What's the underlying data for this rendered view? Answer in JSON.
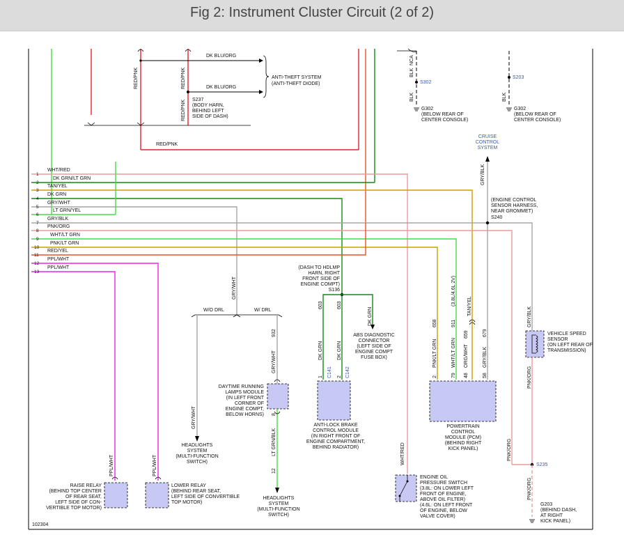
{
  "header": {
    "title": "Fig 2: Instrument Cluster Circuit (2 of 2)"
  },
  "figure_id": "102304",
  "colors": {
    "green": "#44dd44",
    "red": "#e8202a",
    "darkgreen": "#128a12",
    "tan": "#c8a000",
    "gray": "#a6a6a6",
    "pink": "#ef9a9a",
    "magenta": "#ee22ee",
    "orange": "#e8522a",
    "blue_label": "#3a5aa8",
    "component_fill": "#c8c8f4"
  },
  "wire_numbers": [
    "1",
    "2",
    "3",
    "4",
    "5",
    "6",
    "7",
    "8",
    "9",
    "10",
    "11",
    "12",
    "13"
  ],
  "wire_labels": [
    "WHT/RED",
    "DK GRN/LT GRN",
    "TAN/YEL",
    "DK GRN",
    "GRY/WHT",
    "LT GRN/YEL",
    "GRY/BLK",
    "PNK/ORG",
    "WHT/LT GRN",
    "PNK/LT GRN",
    "RED/YEL",
    "PPL/WHT",
    "PPL/WHT"
  ],
  "top": {
    "red_pnk": "RED/PNK",
    "dk_blu_org": "DK BLU/ORG",
    "anti_theft": [
      "ANTI-THEFT SYSTEM",
      "(ANTI-THEFT DIODE)"
    ],
    "s237": [
      "S237",
      "(BODY HARN,",
      "BEHIND LEFT",
      "SIDE OF DASH)"
    ]
  },
  "grounds": {
    "nca": "NCA",
    "blk": "BLK",
    "s302": "S302",
    "g302": "G302",
    "below_console": [
      "(BELOW REAR OF",
      "CENTER CONSOLE)"
    ],
    "s203": "S203"
  },
  "cruise": [
    "CRUISE",
    "CONTROL",
    "SYSTEM"
  ],
  "s240": [
    "(ENGINE CONTROL",
    "SENSOR HARNESS,",
    "NEAR GROMMET)",
    "S240"
  ],
  "s136": [
    "(DASH TO HDLMP",
    "HARN, RIGHT",
    "FRONT SIDE OF",
    "ENGINE COMPT)",
    "S136"
  ],
  "drl": {
    "wo": "W/O DRL",
    "w": "W/ DRL",
    "gry_wht": "GRY/WHT",
    "num_932": "932",
    "num_8": "8",
    "num_12": "12",
    "lt_grn_blk": "LT GRN/BLK"
  },
  "abs": {
    "diag": [
      "ABS DIAGNOSTIC",
      "CONNECTOR"
    ],
    "diag_loc": [
      "(LEFT SIDE OF",
      "ENGINE COMPT",
      "FUSE BOX)"
    ],
    "module": [
      "ANTI-LOCK BRAKE",
      "CONTROL MODULE"
    ],
    "module_loc": [
      "(IN RIGHT FRONT OF",
      "ENGINE COMPARTMENT,",
      "BEHIND RADIATOR)"
    ],
    "num_603": "603",
    "dk_grn": "DK GRN",
    "c141": "C141",
    "c142": "C142",
    "pin1": "1",
    "pin2": "2"
  },
  "pcm": {
    "nums": [
      "658",
      "911",
      "659",
      "679"
    ],
    "note": "(3.8L/4.6L 2V)",
    "wires": [
      "PNK/LT GRN",
      "WHT/LT GRN",
      "ORG/WHT",
      "GRY/BLK"
    ],
    "tan_yel": "TAN/YEL",
    "pins": [
      "2",
      "79",
      "48",
      "58"
    ],
    "label": [
      "POWERTRAIN",
      "CONTROL",
      "MODULE (PCM)"
    ],
    "loc": [
      "(BEHIND RIGHT",
      "KICK PANEL)"
    ]
  },
  "vss": {
    "label": [
      "VEHICLE SPEED",
      "SENSOR"
    ],
    "loc": [
      "(ON LEFT REAR OF",
      "TRANSMISSION)"
    ],
    "gry_blk": "GRY/BLK",
    "pnk_org": "PNK/ORG"
  },
  "drl_module": {
    "label": [
      "DAYTIME RUNNING",
      "LAMPS MODULE"
    ],
    "loc": [
      "(IN LEFT FRONT",
      "CORNER OF",
      "ENGINE COMPT,",
      "BELOW HORNS)"
    ]
  },
  "headlights": {
    "label": [
      "HEADLIGHTS",
      "SYSTEM"
    ],
    "loc": [
      "(MULTI-FUNCTION",
      "SWITCH)"
    ]
  },
  "relays": {
    "ppl_wht": "PPL/WHT",
    "raise": [
      "RAISE RELAY",
      "(BEHIND TOP CENTER",
      "OF REAR SEAT,",
      "LEFT SIDE OF CON-",
      "VERTIBLE TOP MOTOR)"
    ],
    "lower": [
      "LOWER RELAY",
      "(BEHIND REAR SEAT,",
      "LEFT SIDE OF CONVERTIBLE",
      "TOP MOTOR)"
    ]
  },
  "oil": {
    "label": [
      "ENGINE OIL",
      "PRESSURE SWITCH"
    ],
    "loc": [
      "(3.8L: ON LOWER LEFT",
      "FRONT OF ENGINE,",
      "ABOVE OIL FILTER)",
      "(4.6L: ON LEFT FRONT",
      "OF ENGINE, BELOW",
      "VALVE COVER)"
    ],
    "wht_red": "WHT/RED"
  },
  "s235": {
    "label": "S235",
    "pnk_org": "PNK/ORG",
    "g203": "G203",
    "loc": [
      "(BEHIND DASH,",
      "AT RIGHT",
      "KICK PANEL)"
    ]
  }
}
